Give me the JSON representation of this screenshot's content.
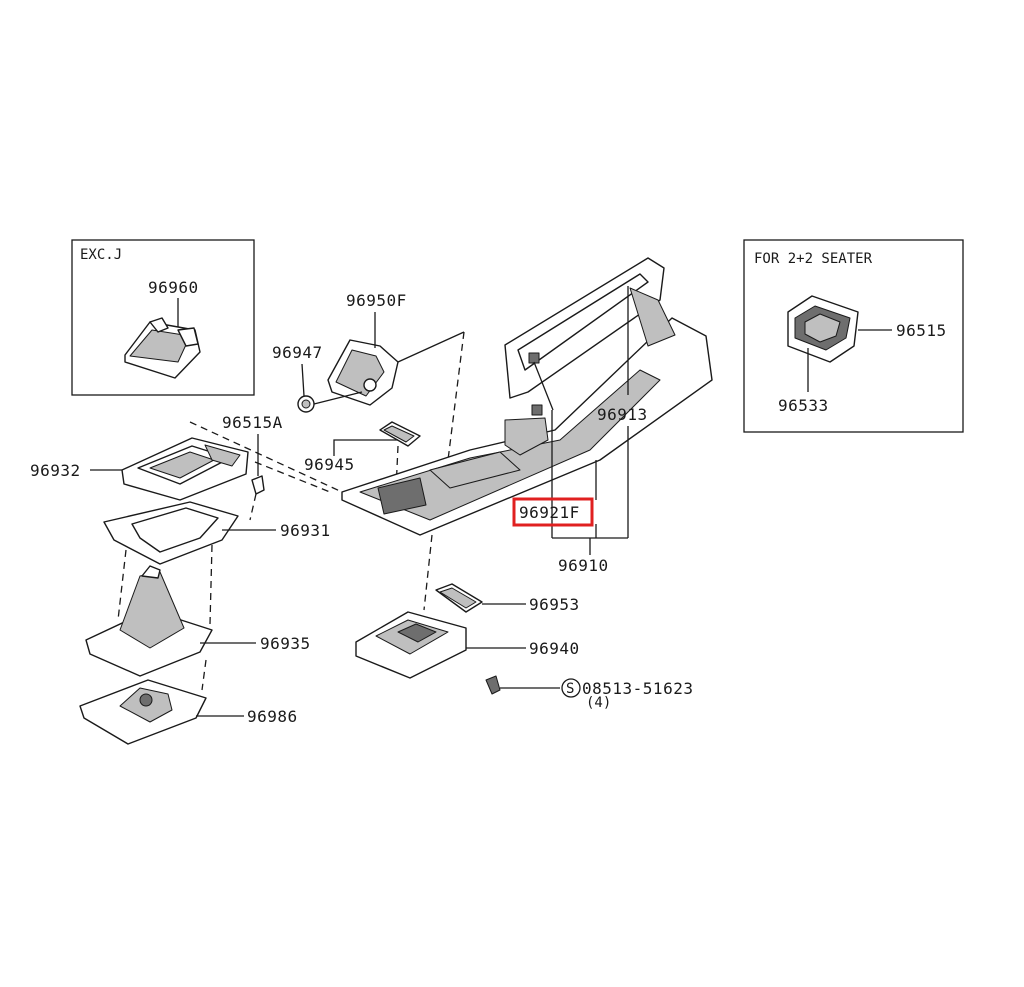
{
  "insets": {
    "exc_j": {
      "title": "EXC.J",
      "part": "96960"
    },
    "seater": {
      "title": "FOR 2+2 SEATER",
      "parts": [
        "96515",
        "96533"
      ]
    }
  },
  "parts": {
    "p96950F": "96950F",
    "p96947": "96947",
    "p96515A": "96515A",
    "p96932": "96932",
    "p96945": "96945",
    "p96931": "96931",
    "p96935": "96935",
    "p96986": "96986",
    "p96913": "96913",
    "p96921F": "96921F",
    "p96910": "96910",
    "p96953": "96953",
    "p96940": "96940",
    "screw_code": "08513-51623",
    "screw_symbol": "S",
    "screw_qty": "(4)"
  },
  "highlight": {
    "part": "96921F",
    "color": "#e02020"
  }
}
